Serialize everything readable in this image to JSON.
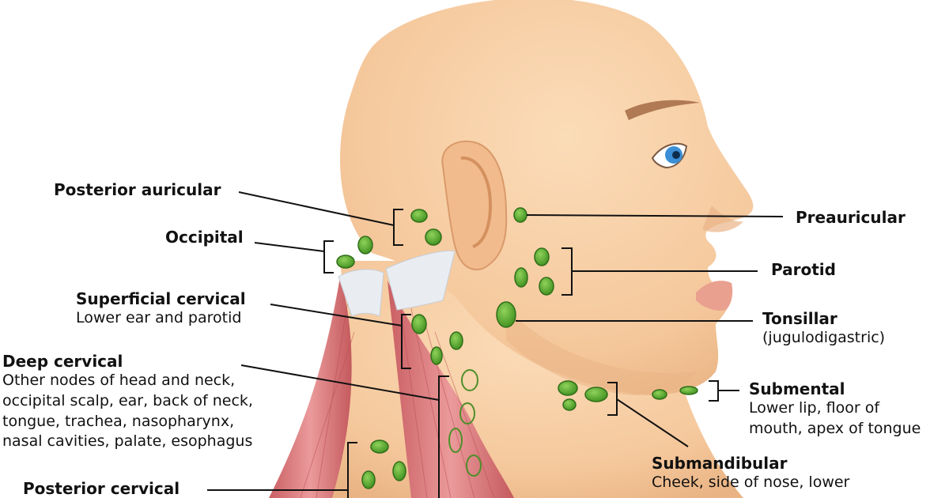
{
  "labels": {
    "posterior_auricular": {
      "title": "Posterior auricular"
    },
    "occipital": {
      "title": "Occipital"
    },
    "superficial_cervical": {
      "title": "Superficial cervical",
      "desc": [
        "Lower ear and parotid"
      ]
    },
    "deep_cervical": {
      "title": "Deep cervical",
      "desc": [
        "Other nodes of head and neck,",
        "occipital scalp, ear, back of neck,",
        "tongue, trachea, nasopharynx,",
        "nasal cavities, palate, esophagus"
      ]
    },
    "posterior_cervical": {
      "title": "Posterior cervical"
    },
    "preauricular": {
      "title": "Preauricular"
    },
    "parotid": {
      "title": "Parotid"
    },
    "tonsillar": {
      "title": "Tonsillar",
      "desc": [
        "(jugulodigastric)"
      ]
    },
    "submental": {
      "title": "Submental",
      "desc": [
        "Lower lip, floor of",
        "mouth, apex of tongue"
      ]
    },
    "submandibular": {
      "title": "Submandibular",
      "desc": [
        "Cheek, side of nose, lower"
      ]
    }
  },
  "colors": {
    "skin": "#f7cfa5",
    "skin_shadow": "#e8b586",
    "muscle": "#e0878a",
    "tendon": "#e9edf2",
    "node": "#5aa832",
    "node_outline": "#2f6e18",
    "iris": "#3a8fd6",
    "lip": "#e9a08f"
  }
}
